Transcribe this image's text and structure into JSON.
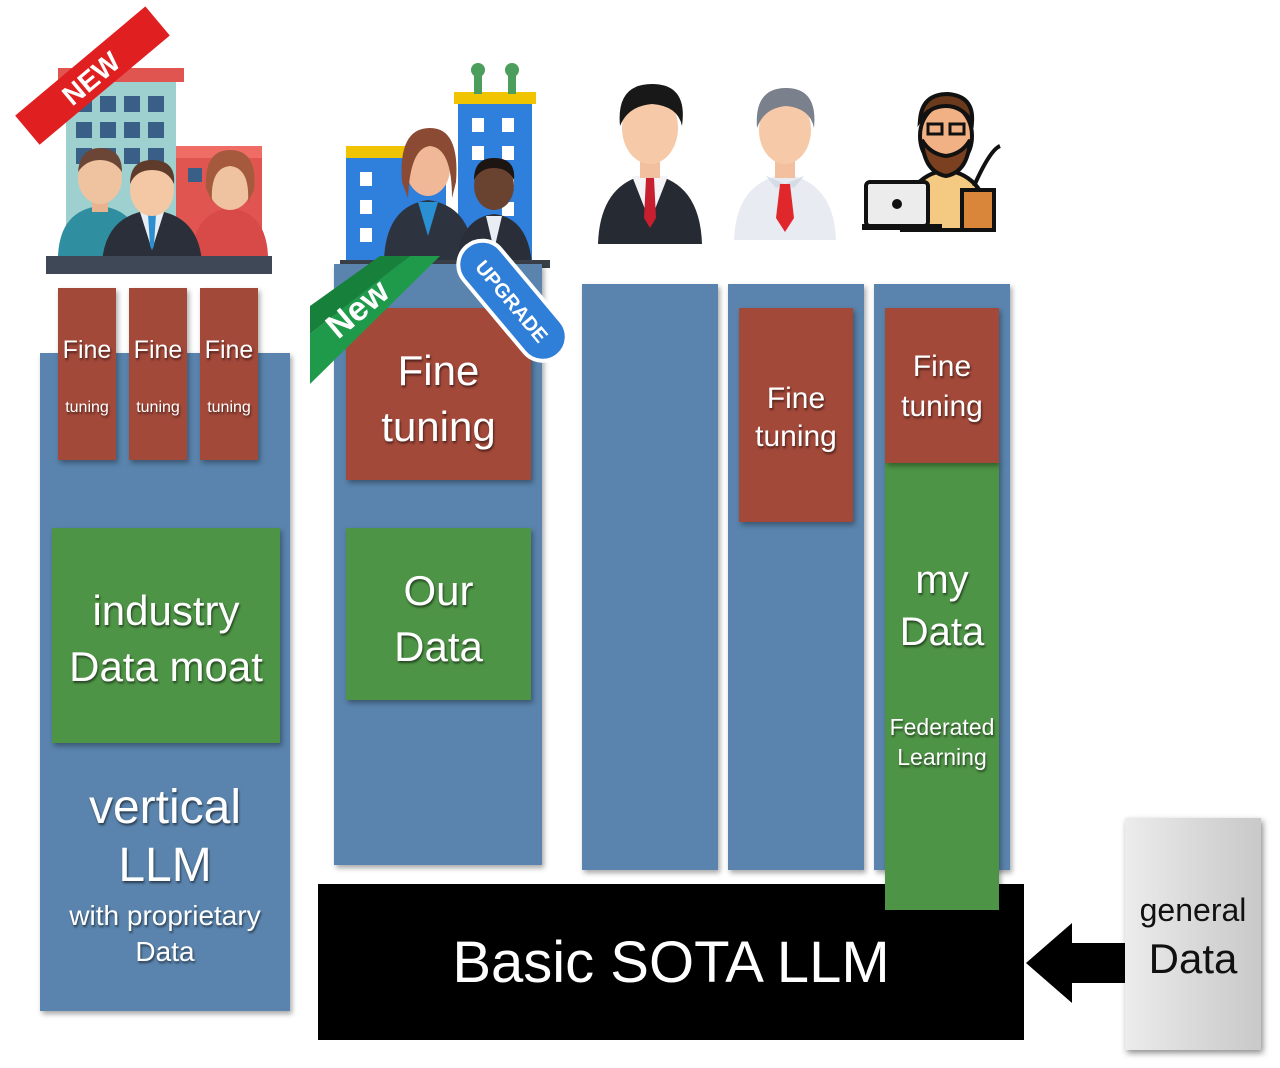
{
  "columns": {
    "vertical": {
      "fine_labels": [
        {
          "big": "Fine",
          "small": "tuning"
        },
        {
          "big": "Fine",
          "small": "tuning"
        },
        {
          "big": "Fine",
          "small": "tuning"
        }
      ],
      "data_box": [
        "industry",
        "Data moat"
      ],
      "title": [
        "vertical",
        "LLM"
      ],
      "subtitle": [
        "with proprietary",
        "Data"
      ],
      "badge": "NEW"
    },
    "company": {
      "fine": [
        "Fine",
        "tuning"
      ],
      "data_box": [
        "Our",
        "Data"
      ],
      "badge_new": "New",
      "badge_upgrade": "UPGRADE"
    },
    "person2": {
      "fine": [
        "Fine",
        "tuning"
      ]
    },
    "person3": {
      "fine": [
        "Fine",
        "tuning"
      ],
      "data_box": [
        "my",
        "Data"
      ],
      "federated": [
        "Federated",
        "Learning"
      ]
    }
  },
  "base": {
    "label": "Basic SOTA LLM"
  },
  "general_data": [
    "general",
    "Data"
  ],
  "colors": {
    "column": "#5a84ad",
    "fine_tuning": "#a3493a",
    "data": "#4e9446",
    "base": "#000000"
  },
  "icons": [
    "office-team-icon",
    "business-team-icon",
    "businessman-icon",
    "employee-icon",
    "developer-icon",
    "arrow-left-icon"
  ]
}
